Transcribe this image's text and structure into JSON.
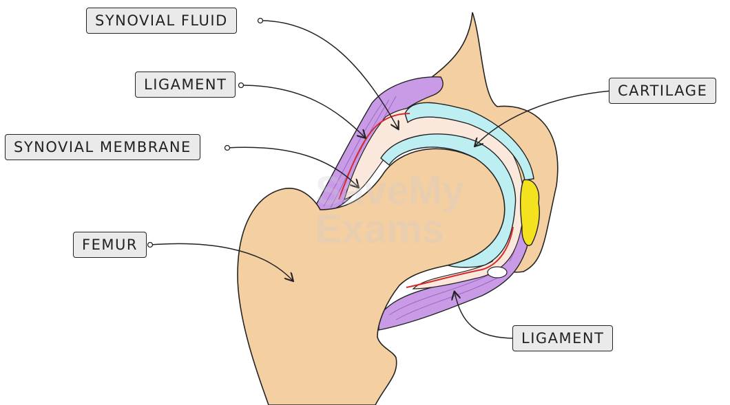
{
  "labels": {
    "synovial_fluid": "SYNOVIAL FLUID",
    "ligament_top": "LIGAMENT",
    "synovial_membrane": "SYNOVIAL MEMBRANE",
    "femur": "FEMUR",
    "cartilage": "CARTILAGE",
    "ligament_bottom": "LIGAMENT"
  },
  "watermark": {
    "line1": "SaveMy",
    "line2": "Exams"
  },
  "colors": {
    "bone": "#f4cfa2",
    "ligament": "#c99be6",
    "cartilage": "#bdeef2",
    "synovial_fluid": "#fbe8dc",
    "synovial_membrane": "#d62a2a",
    "fat_pad": "#f5e21e",
    "outline": "#222222"
  }
}
